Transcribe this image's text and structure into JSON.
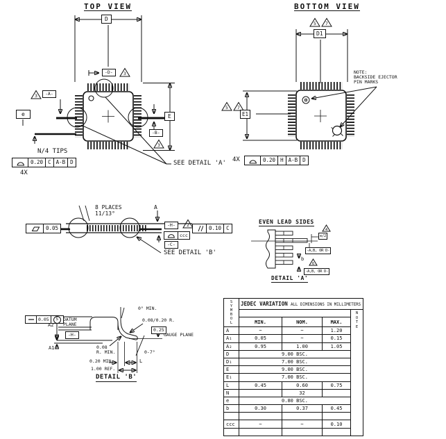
{
  "top_view": {
    "title": "TOP VIEW",
    "dim_d": "D",
    "datum_d": "-D-",
    "note_3a": "3",
    "datum_a": "-A-",
    "note_3b": "3",
    "pitch": "e",
    "dim_e": "E",
    "datum_b": "-B-",
    "note_3c": "3",
    "tips": "N/4 TIPS",
    "qty": "4X",
    "fcf": {
      "tol": "0.20",
      "ref1": "C",
      "ref2": "A-B",
      "ref3": "D"
    },
    "see_detail": "SEE DETAIL 'A'"
  },
  "bottom_view": {
    "title": "BOTTOM VIEW",
    "note_5a": "5",
    "note_7a": "7",
    "dim_d1": "D1",
    "note_5b": "5",
    "note_7b": "7",
    "dim_e1": "E1",
    "note": "NOTE:\nBACKSIDE EJECTOR\nPIN MARKS",
    "qty": "4X",
    "fcf": {
      "tol": "0.20",
      "ref1": "H",
      "ref2": "A-B",
      "ref3": "D"
    }
  },
  "side_view": {
    "flatness_tol": "0.05",
    "places": "8 PLACES\n11/13°",
    "dim_a": "A",
    "datum_h": "-H-",
    "note_2": "2",
    "ccc": "ccc",
    "datum_c": "-C-",
    "par_tol": "0.10",
    "par_ref": "C",
    "see_detail": "SEE DETAIL 'B'"
  },
  "detail_a": {
    "header": "EVEN LEAD SIDES",
    "title": "DETAIL 'A'",
    "e_half": "e/2",
    "note_4": "4",
    "ref1": "-A,B, OR D-",
    "b": "b",
    "note_6": "6",
    "ref2": "-A,B, OR D-"
  },
  "detail_b": {
    "title": "DETAIL 'B'",
    "straight_tol": "0.05",
    "straight_mod": "S",
    "a2": "A2",
    "a1": "A1",
    "datum_plane": "DATUM\nPLANE",
    "datum_h": "-H-",
    "deg_min": "0° MIN.",
    "radius_minmax": "0.08/0.20 R.",
    "gauge_offset": "0.25",
    "gauge_plane": "GAUGE PLANE",
    "radius_min": "0.08\nR. MIN.",
    "foot_min": "0.20 MIN.",
    "foot_angle": "0-7°",
    "foot_len": "L",
    "lead_ref": "1.00 REF."
  },
  "table": {
    "variation": "JEDEC VARIATION",
    "units": "ALL DIMENSIONS IN MILLIMETERS",
    "symbol": "S\nY\nM\nB\nO\nL",
    "note": "N\nO\nT\nE",
    "cols": [
      "MIN.",
      "NOM.",
      "MAX."
    ],
    "rows": [
      {
        "sym": "A",
        "min": "~",
        "nom": "~",
        "max": "1.20"
      },
      {
        "sym": "A₁",
        "min": "0.05",
        "nom": "~",
        "max": "0.15"
      },
      {
        "sym": "A₂",
        "min": "0.95",
        "nom": "1.00",
        "max": "1.05"
      },
      {
        "sym": "D",
        "span": "9.00 BSC."
      },
      {
        "sym": "D₁",
        "span": "7.00 BSC."
      },
      {
        "sym": "E",
        "span": "9.00 BSC."
      },
      {
        "sym": "E₁",
        "span": "7.00 BSC."
      },
      {
        "sym": "L",
        "min": "0.45",
        "nom": "0.60",
        "max": "0.75"
      },
      {
        "sym": "N",
        "min": "",
        "nom": "32",
        "max": ""
      },
      {
        "sym": "e",
        "span": "0.80 BSC."
      },
      {
        "sym": "b",
        "min": "0.30",
        "nom": "0.37",
        "max": "0.45"
      },
      {
        "sym": "",
        "min": "",
        "nom": "",
        "max": ""
      },
      {
        "sym": "ccc",
        "min": "~",
        "nom": "~",
        "max": "0.10"
      },
      {
        "sym": "",
        "min": "",
        "nom": "",
        "max": ""
      }
    ]
  }
}
